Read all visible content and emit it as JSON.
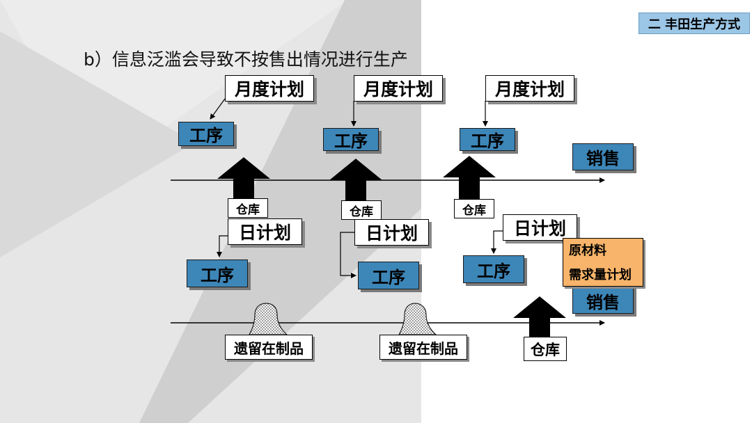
{
  "header": {
    "chapter_tag": "二 丰田生产方式",
    "heading": "b）信息泛滥会导致不按售出情况进行生产"
  },
  "top_flow": {
    "monthly_plans": [
      "月度计划",
      "月度计划",
      "月度计划"
    ],
    "processes": [
      "工序",
      "工序",
      "工序"
    ],
    "warehouses": [
      "仓库",
      "仓库",
      "仓库"
    ],
    "sales": "销售"
  },
  "bottom_flow": {
    "daily_plans": [
      "日计划",
      "日计划",
      "日计划"
    ],
    "processes": [
      "工序",
      "工序",
      "工序"
    ],
    "wip": [
      "遗留在制品",
      "遗留在制品"
    ],
    "material_plan": [
      "原材料",
      "需求量计划"
    ],
    "sales": "销售",
    "warehouse": "仓库"
  },
  "colors": {
    "process_fill": "#3d86b8",
    "material_fill": "#f7b46a",
    "chapter_fill": "#9cc6e6"
  }
}
